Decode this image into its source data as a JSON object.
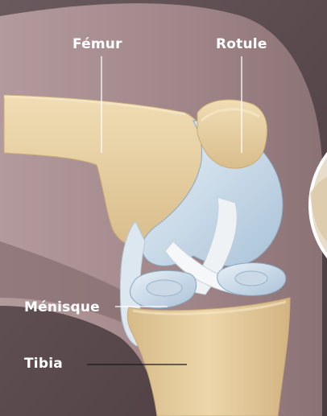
{
  "labels": {
    "femur": "Fémur",
    "rotule": "Rotule",
    "menisque": "Ménisque",
    "tibia": "Tibia"
  },
  "colors": {
    "background": "#5b4a4d",
    "skin": "#a98f92",
    "bone": "#e6cfa3",
    "cartilage": "#c7d8e6",
    "ligament": "#ecf1f4",
    "leader_line": "#ffffff"
  }
}
